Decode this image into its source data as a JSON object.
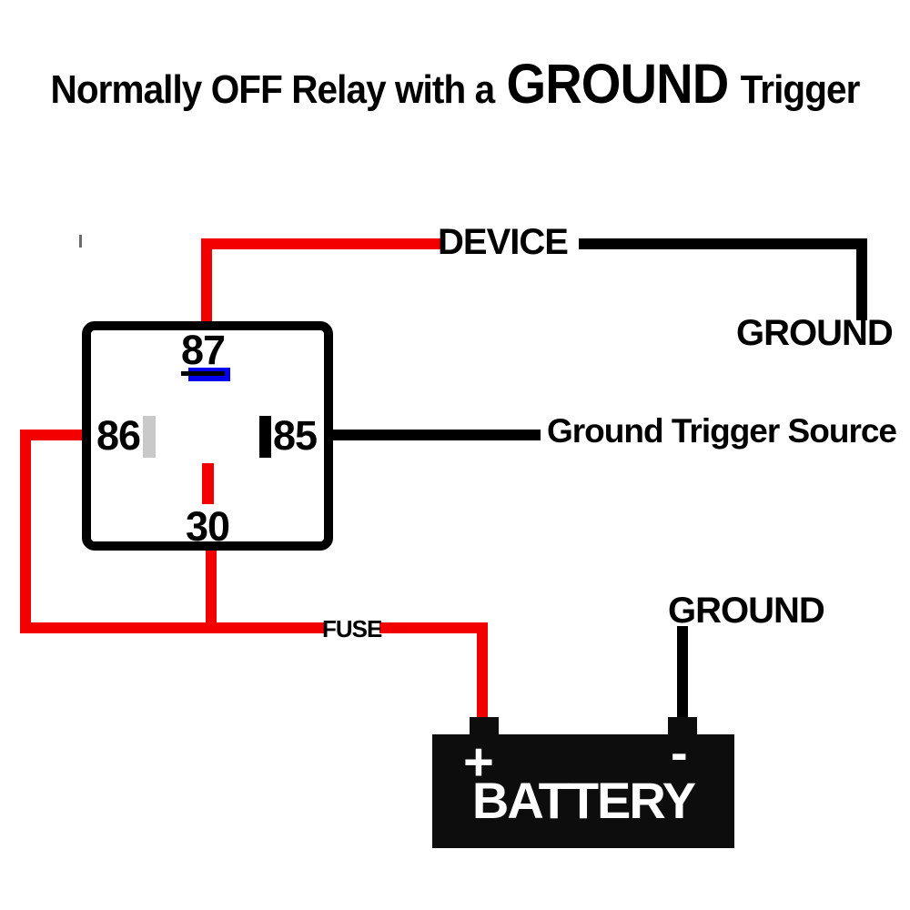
{
  "title": {
    "prefix": "Normally OFF Relay with a",
    "emphasis": "GROUND",
    "suffix": "Trigger"
  },
  "relay": {
    "pin_top": "87",
    "pin_left": "86",
    "pin_right": "85",
    "pin_bottom": "30"
  },
  "labels": {
    "device": "DEVICE",
    "device_ground": "GROUND",
    "trigger_source": "Ground Trigger Source",
    "fuse": "FUSE",
    "battery_ground": "GROUND"
  },
  "battery": {
    "label": "BATTERY",
    "positive": "+",
    "negative": "-"
  },
  "colors": {
    "power_wire": "#f20000",
    "ground_wire": "#000000",
    "pin87_contact": "#0000ee",
    "pin86_contact": "#c9c9c9",
    "pin85_contact": "#000000",
    "pin30_contact": "#f20000",
    "battery_body": "#0d0d0d",
    "battery_text": "#ffffff",
    "text": "#000000",
    "background": "#ffffff"
  }
}
